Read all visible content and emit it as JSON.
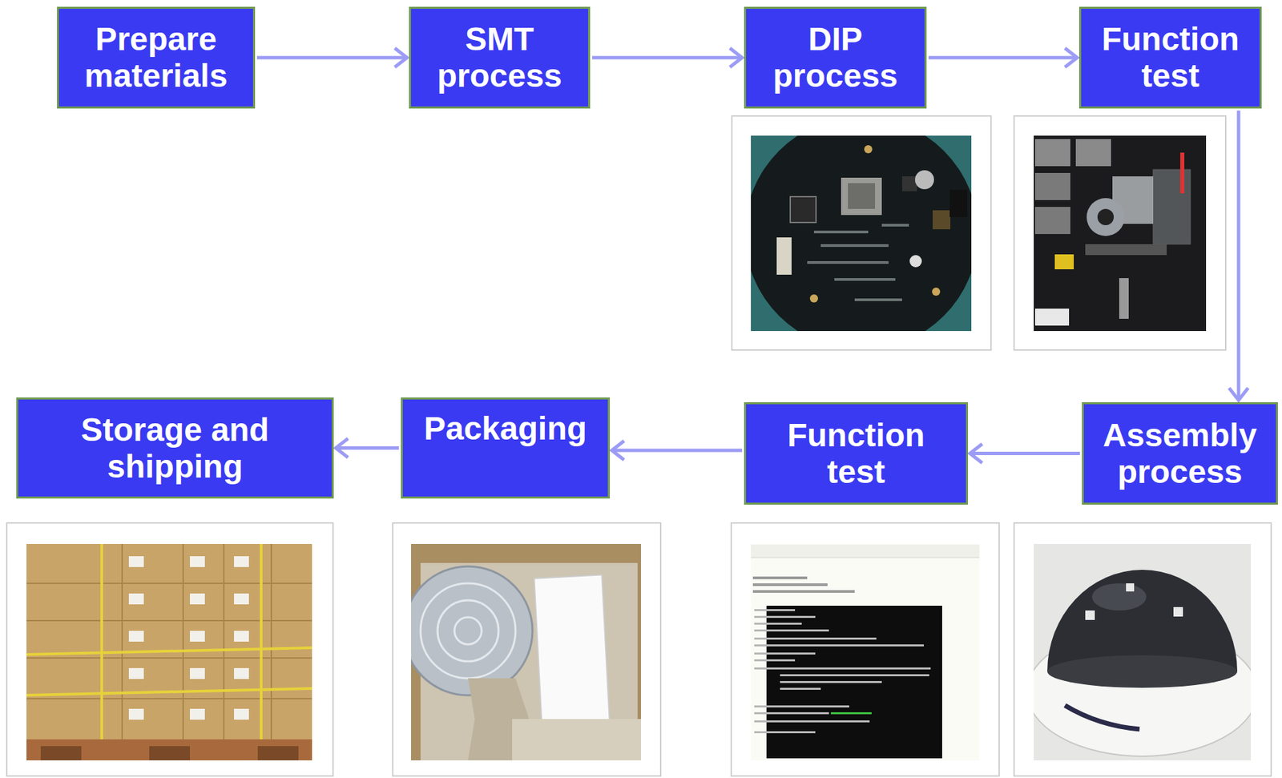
{
  "diagram": {
    "nodes": [
      {
        "text": [
          "Prepare materials"
        ]
      },
      {
        "text": [
          "SMT process"
        ]
      },
      {
        "text": [
          "DIP process"
        ]
      },
      {
        "text": [
          "Function test"
        ]
      },
      {
        "text": [
          "Assembly process"
        ]
      },
      {
        "text": [
          "Function test"
        ]
      },
      {
        "text": [
          "Packaging"
        ]
      },
      {
        "text": [
          "Storage and shipping"
        ]
      }
    ],
    "edges": [
      {
        "from": 0,
        "to": 1,
        "arrow": "to"
      },
      {
        "from": 1,
        "to": 2,
        "arrow": "to"
      },
      {
        "from": 2,
        "to": 3,
        "arrow": "to"
      },
      {
        "from": 3,
        "to": 4,
        "arrow": "to"
      },
      {
        "from": 4,
        "to": 5,
        "arrow": "to"
      },
      {
        "from": 5,
        "to": 6,
        "arrow": "to"
      },
      {
        "from": 6,
        "to": 7,
        "arrow": "to"
      }
    ]
  }
}
